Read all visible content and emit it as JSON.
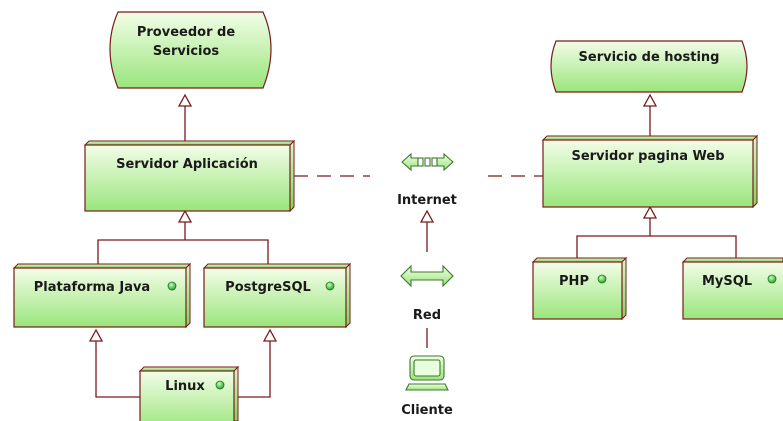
{
  "diagram": {
    "services": {
      "proveedor": {
        "line1": "Proveedor de",
        "line2": "Servicios"
      },
      "hosting": "Servicio de hosting"
    },
    "nodes": {
      "servidor_aplicacion": "Servidor Aplicación",
      "plataforma_java": "Plataforma Java",
      "postgresql": "PostgreSQL",
      "linux": "Linux",
      "servidor_web": "Servidor pagina Web",
      "php": "PHP",
      "mysql": "MySQL"
    },
    "network": {
      "internet": "Internet",
      "red": "Red",
      "cliente": "Cliente"
    },
    "colors": {
      "fill_top": "#f3fde8",
      "fill_bottom": "#9ae57c",
      "stroke": "#7a1a1a",
      "status_dot": "#2db82d"
    }
  }
}
